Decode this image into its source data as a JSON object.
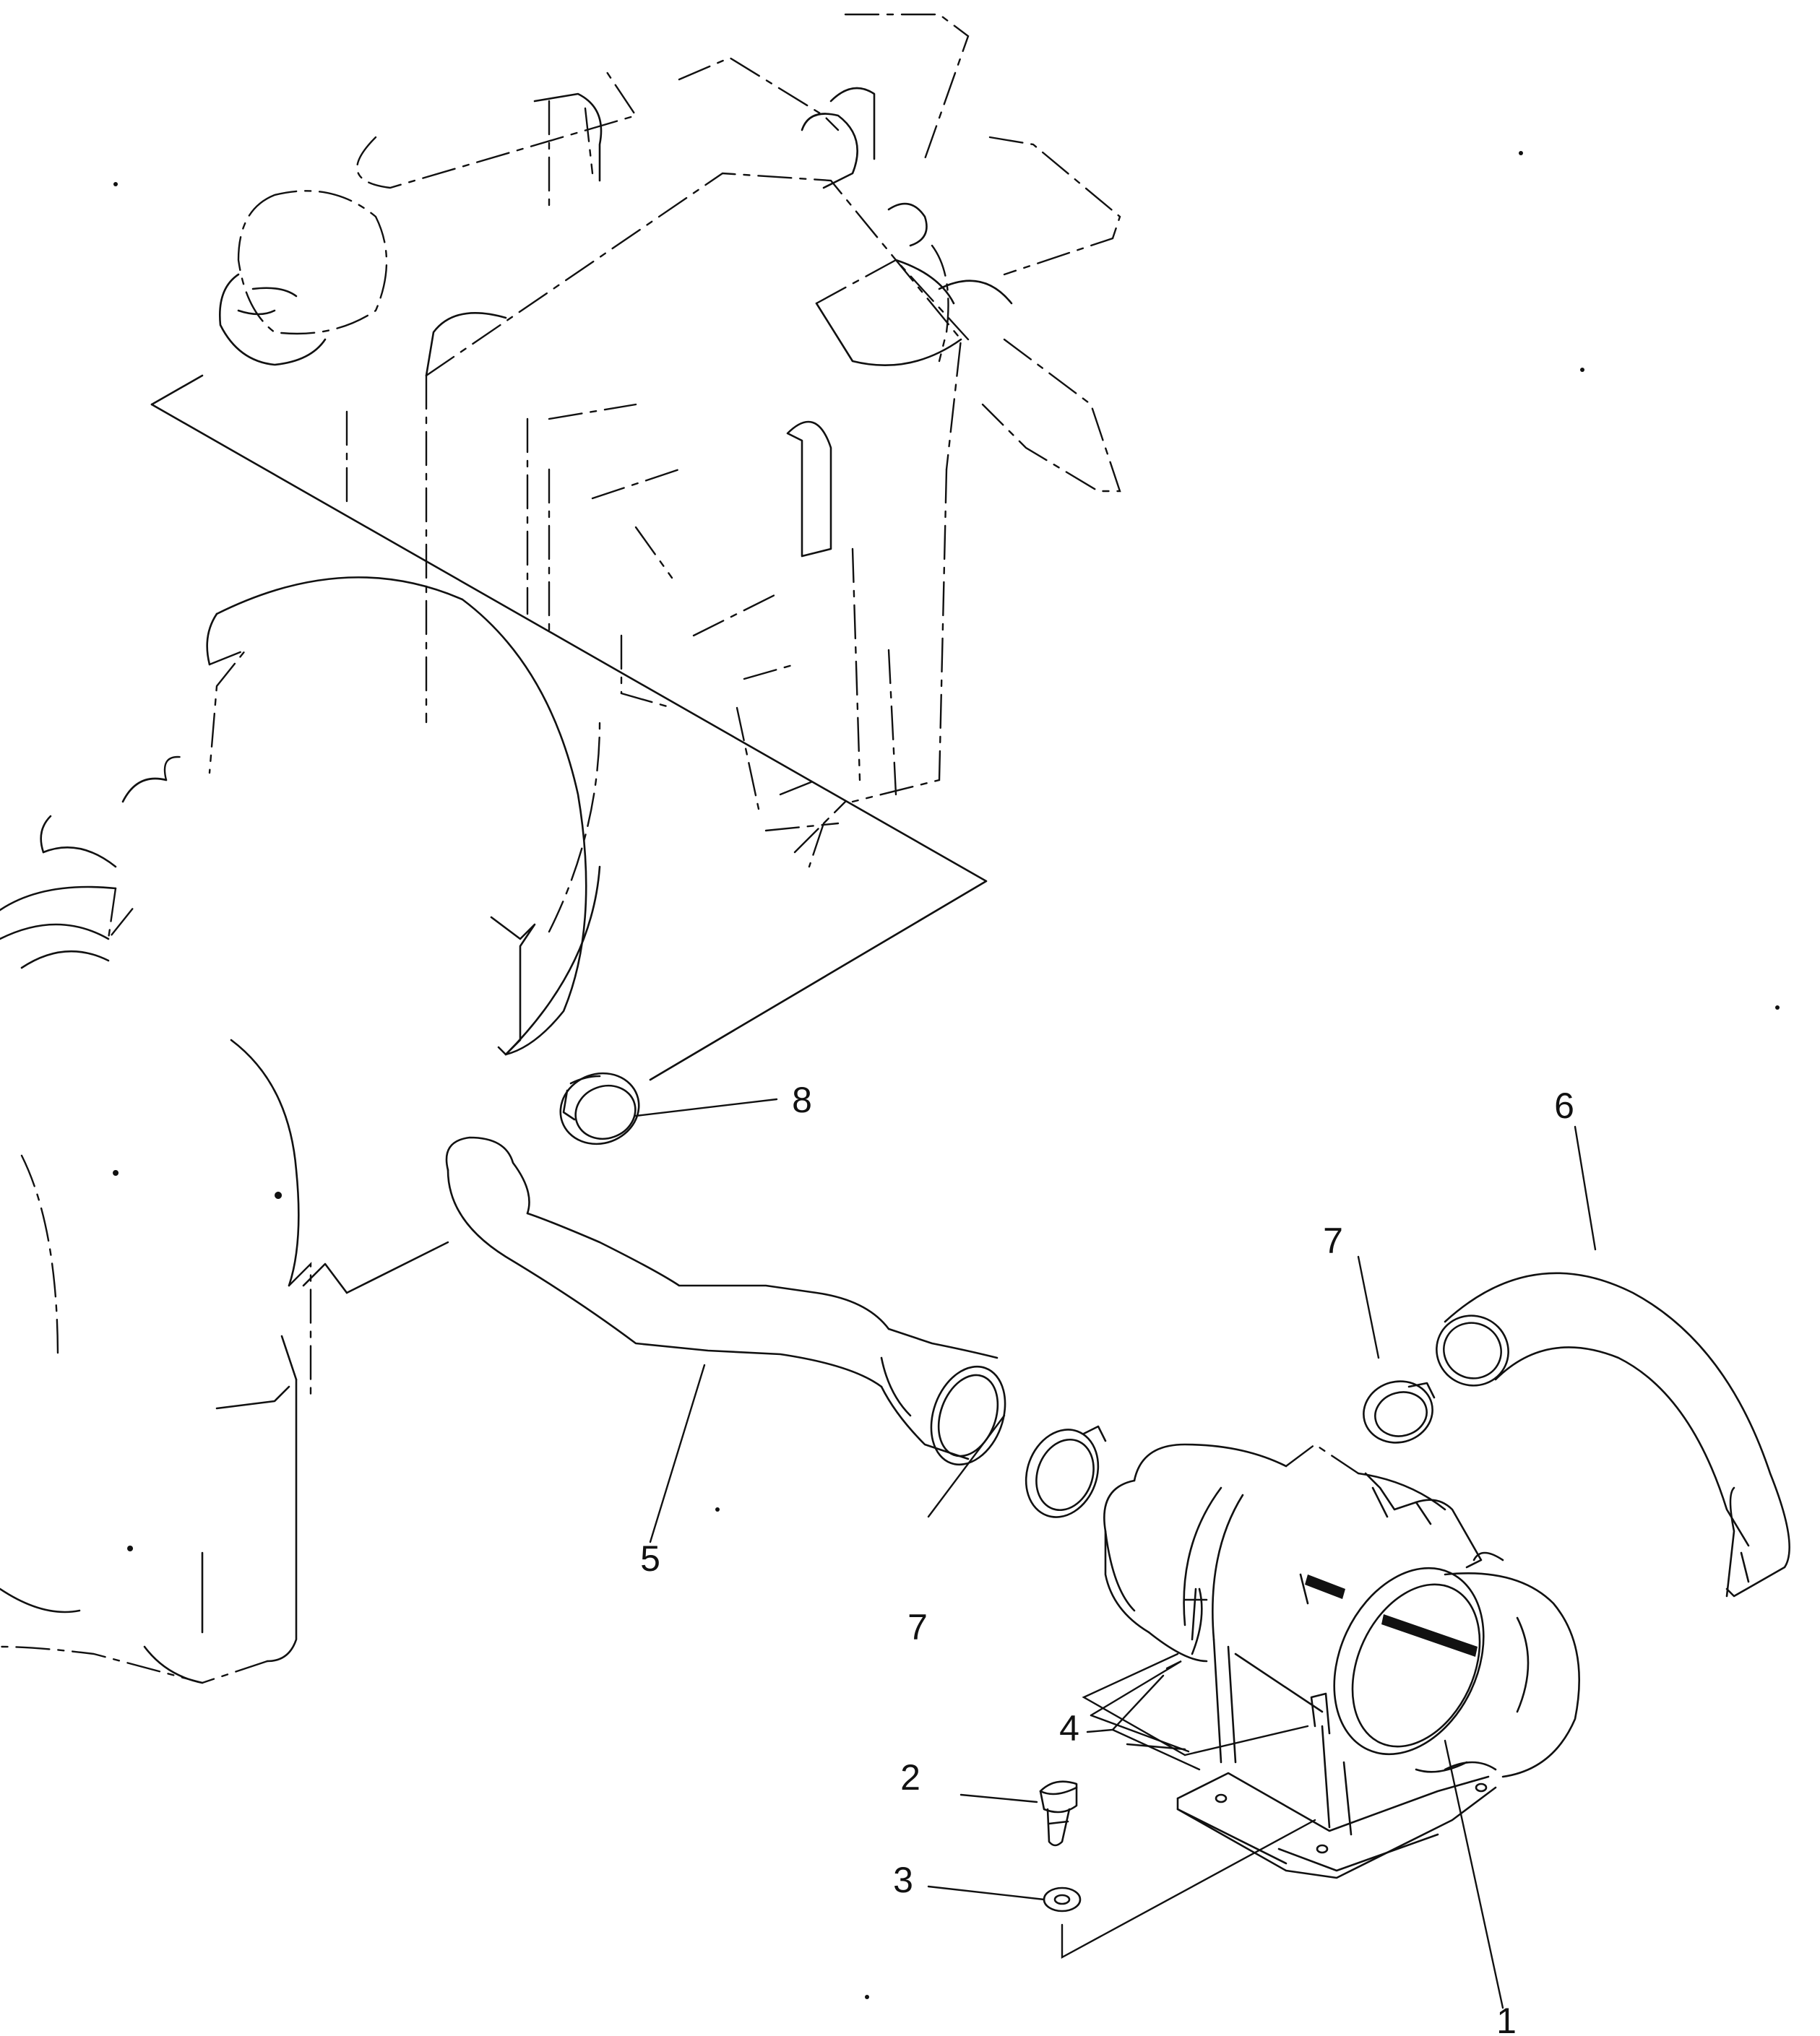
{
  "callouts": [
    {
      "id": "1",
      "label": "1"
    },
    {
      "id": "2",
      "label": "2"
    },
    {
      "id": "3",
      "label": "3"
    },
    {
      "id": "4",
      "label": "4"
    },
    {
      "id": "5",
      "label": "5"
    },
    {
      "id": "6",
      "label": "6"
    },
    {
      "id": "7a",
      "label": "7"
    },
    {
      "id": "7b",
      "label": "7"
    },
    {
      "id": "8",
      "label": "8"
    }
  ]
}
